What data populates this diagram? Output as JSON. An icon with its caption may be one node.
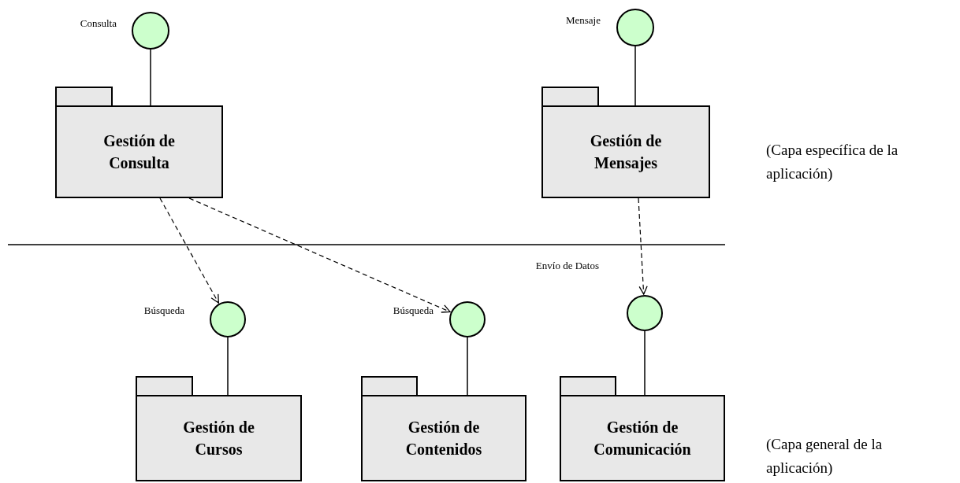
{
  "diagram": {
    "nodes": [
      {
        "text": [],
        "shape": "circle",
        "beside": [
          "Consulta"
        ]
      },
      {
        "text": [],
        "shape": "circle",
        "beside": [
          "Mensaje"
        ]
      },
      {
        "text": [
          "Gestión de Consulta"
        ]
      },
      {
        "text": [
          "Gestión de Mensajes"
        ]
      },
      {
        "text": [],
        "shape": "circle",
        "beside": [
          "Búsqueda"
        ]
      },
      {
        "text": [],
        "shape": "circle",
        "beside": [
          "Búsqueda"
        ]
      },
      {
        "text": [],
        "shape": "circle",
        "beside": [
          "Envío de Datos"
        ]
      },
      {
        "text": [
          "Gestión de Cursos"
        ]
      },
      {
        "text": [
          "Gestión de Contenidos"
        ]
      },
      {
        "text": [
          "Gestión de Comunicación"
        ]
      }
    ],
    "edges": [
      {
        "from": 0,
        "to": 2,
        "arrow": "none"
      },
      {
        "from": 1,
        "to": 3,
        "arrow": "none"
      },
      {
        "from": 4,
        "to": 7,
        "arrow": "none"
      },
      {
        "from": 5,
        "to": 8,
        "arrow": "none"
      },
      {
        "from": 6,
        "to": 9,
        "arrow": "none"
      },
      {
        "from": 2,
        "to": 4,
        "arrow": "to",
        "style": "dashed"
      },
      {
        "from": 2,
        "to": 5,
        "arrow": "to",
        "style": "dashed"
      },
      {
        "from": 3,
        "to": 6,
        "arrow": "to",
        "style": "dashed"
      }
    ],
    "labels": [
      "(Capa específica de la aplicación)",
      "(Capa general de la aplicación)"
    ]
  }
}
